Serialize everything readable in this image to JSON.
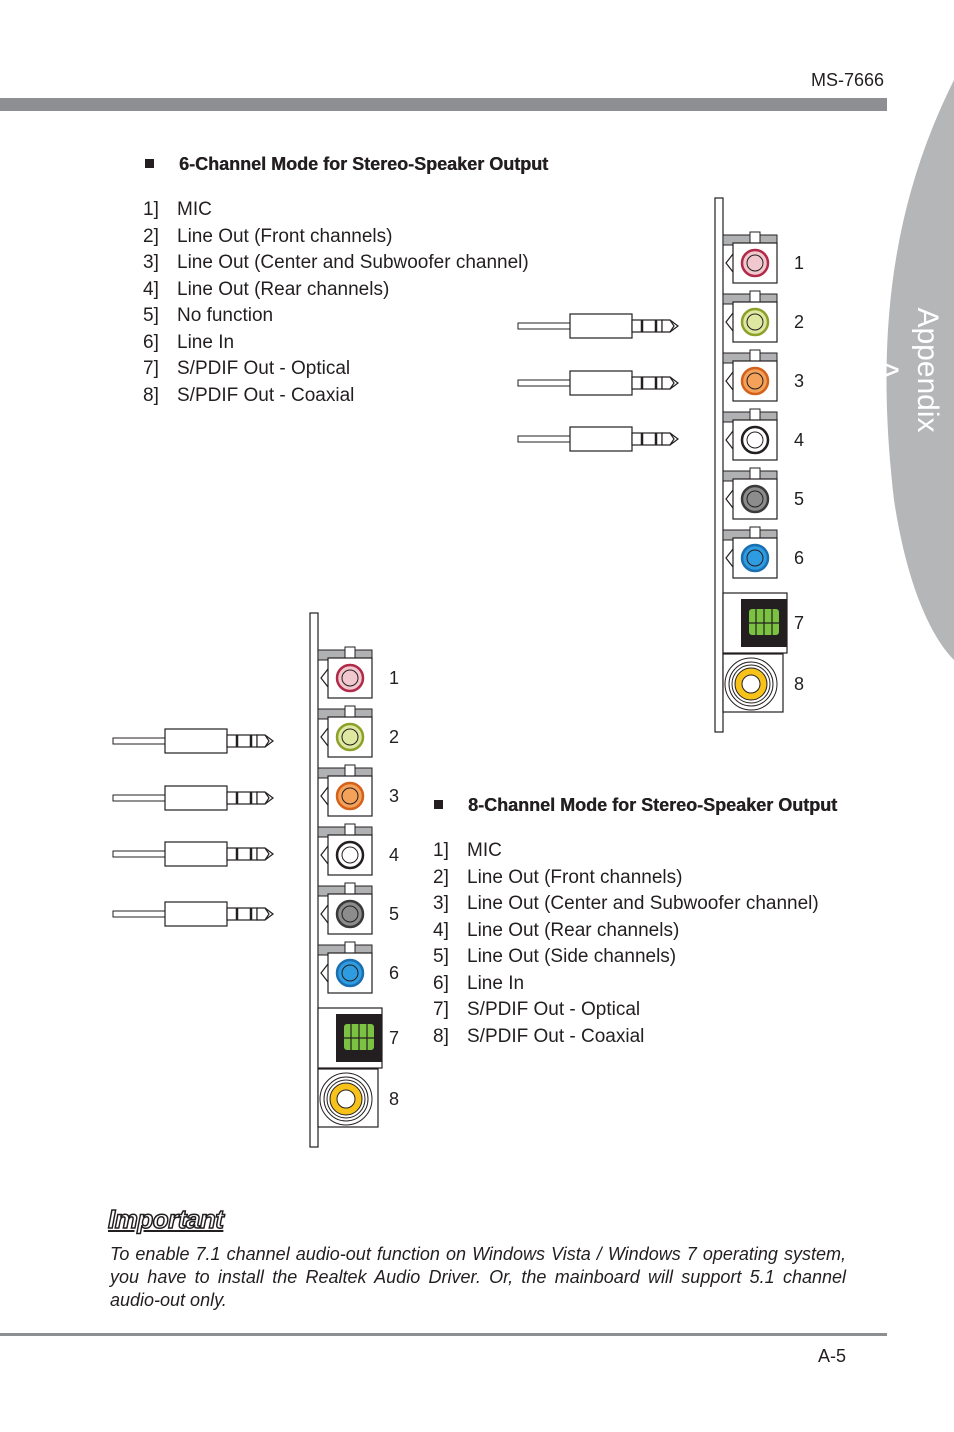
{
  "header": {
    "model": "MS-7666"
  },
  "side_tab": {
    "label": "Appendix A"
  },
  "section6": {
    "title": "6-Channel Mode for Stereo-Speaker Output",
    "items": [
      {
        "num": "1]",
        "label": "MIC"
      },
      {
        "num": "2]",
        "label": "Line Out (Front channels)"
      },
      {
        "num": "3]",
        "label": "Line Out (Center and Subwoofer channel)"
      },
      {
        "num": "4]",
        "label": "Line Out (Rear channels)"
      },
      {
        "num": "5]",
        "label": "No function"
      },
      {
        "num": "6]",
        "label": "Line In"
      },
      {
        "num": "7]",
        "label": "S/PDIF Out - Optical"
      },
      {
        "num": "8]",
        "label": "S/PDIF Out - Coaxial"
      }
    ]
  },
  "section8": {
    "title": "8-Channel Mode for Stereo-Speaker Output",
    "items": [
      {
        "num": "1]",
        "label": "MIC"
      },
      {
        "num": "2]",
        "label": "Line Out (Front channels)"
      },
      {
        "num": "3]",
        "label": "Line Out (Center and Subwoofer channel)"
      },
      {
        "num": "4]",
        "label": "Line Out (Rear channels)"
      },
      {
        "num": "5]",
        "label": "Line Out (Side channels)"
      },
      {
        "num": "6]",
        "label": "Line In"
      },
      {
        "num": "7]",
        "label": "S/PDIF Out - Optical"
      },
      {
        "num": "8]",
        "label": "S/PDIF Out - Coaxial"
      }
    ]
  },
  "port_numbers": [
    "1",
    "2",
    "3",
    "4",
    "5",
    "6",
    "7",
    "8"
  ],
  "jack_colors": [
    "#f2c8cf",
    "#dfe8a0",
    "#f4a15a",
    "#ffffff",
    "#8c8c8c",
    "#2f9be0"
  ],
  "jack_ring_colors": [
    "#b22a4a",
    "#8ca02a",
    "#d4621a",
    "#231f20",
    "#3a3a3a",
    "#1a6fb0"
  ],
  "optical_color": "#7cc242",
  "coaxial_color": "#f7c21a",
  "important": {
    "title": "Important",
    "text": "To enable 7.1 channel audio-out function on Windows Vista / Windows 7 operating system, you have to install the Realtek Audio Driver. Or, the mainboard will support 5.1 channel audio-out only."
  },
  "footer": {
    "page": "A-5"
  }
}
